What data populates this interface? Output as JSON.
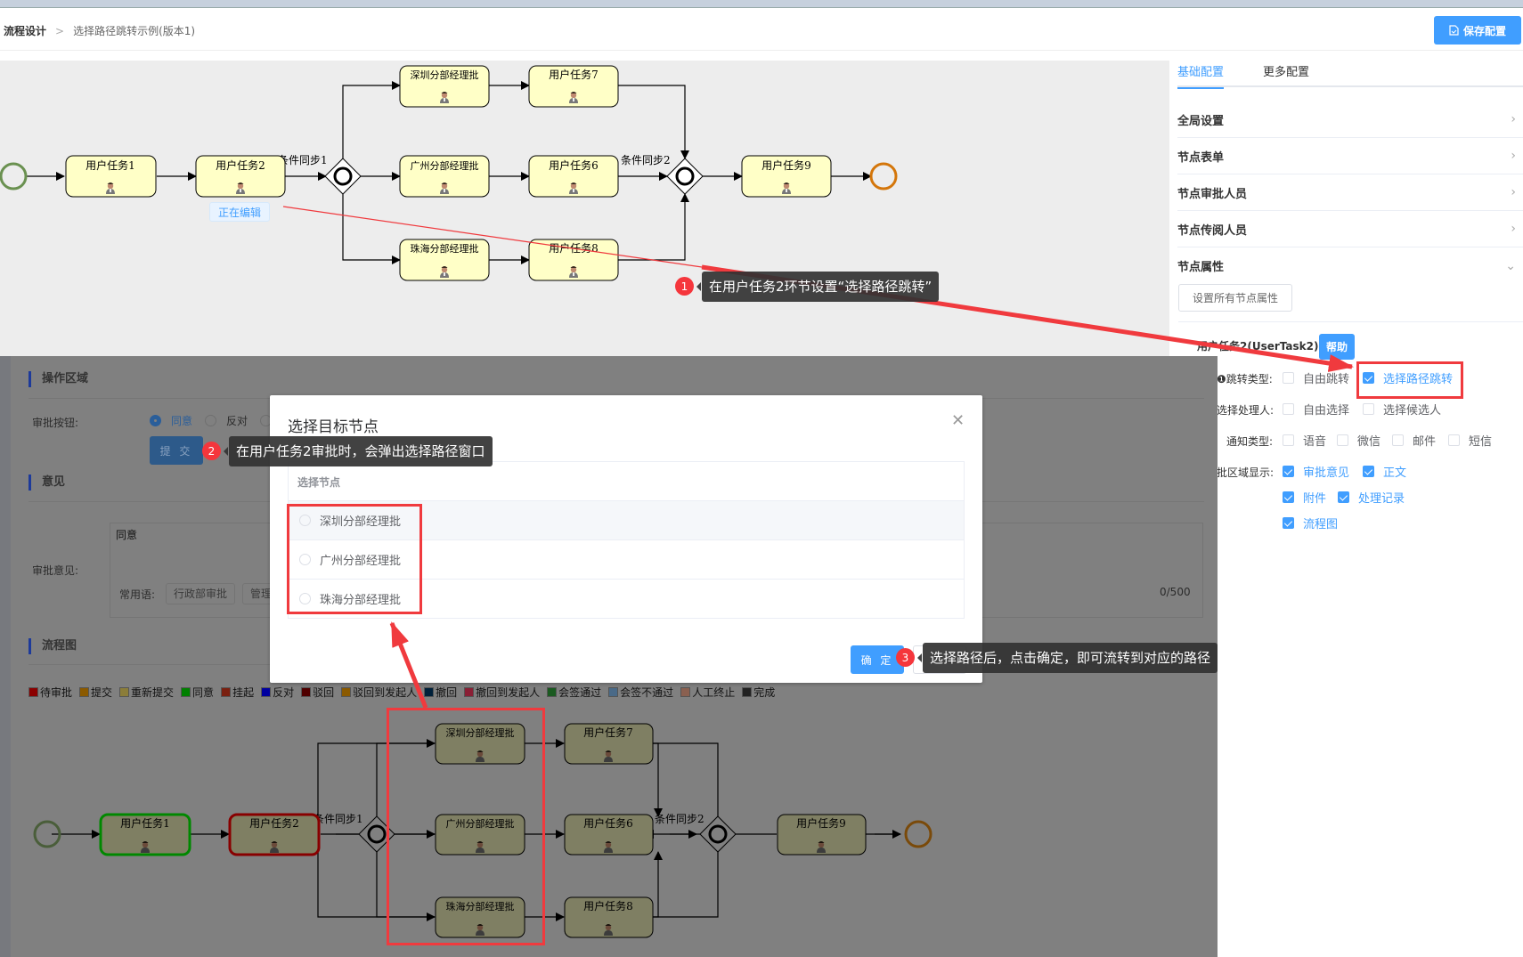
{
  "header": {
    "breadcrumb_root": "流程设计",
    "breadcrumb_sep": ">",
    "breadcrumb_current": "选择路径跳转示例(版本1)",
    "save_label": "保存配置"
  },
  "diagram": {
    "tasks": {
      "t1": "用户任务1",
      "t2": "用户任务2",
      "sz": "深圳分部经理批",
      "gz": "广州分部经理批",
      "zh": "珠海分部经理批",
      "t7": "用户任务7",
      "t6": "用户任务6",
      "t8": "用户任务8",
      "t9": "用户任务9"
    },
    "gateway1_label": "条件同步1",
    "gateway2_label": "条件同步2",
    "editing_badge": "正在编辑"
  },
  "panel": {
    "tabs": [
      {
        "label": "基础配置",
        "active": true
      },
      {
        "label": "更多配置",
        "active": false
      }
    ],
    "sections": [
      "全局设置",
      "节点表单",
      "节点审批人员",
      "节点传阅人员",
      "节点属性"
    ],
    "set_all_label": "设置所有节点属性",
    "node_title": "用户任务2(UserTask2)",
    "help_label": "帮助",
    "jump_type": {
      "label": "❶跳转类型:",
      "options": [
        {
          "label": "自由跳转",
          "checked": false
        },
        {
          "label": "选择路径跳转",
          "checked": true
        }
      ]
    },
    "handler": {
      "label": "选择处理人:",
      "options": [
        {
          "label": "自由选择",
          "checked": false
        },
        {
          "label": "选择候选人",
          "checked": false
        }
      ]
    },
    "notify": {
      "label": "通知类型:",
      "options": [
        {
          "label": "语音",
          "checked": false
        },
        {
          "label": "微信",
          "checked": false
        },
        {
          "label": "邮件",
          "checked": false
        },
        {
          "label": "短信",
          "checked": false
        }
      ]
    },
    "display": {
      "label": "批区域显示:",
      "options": [
        {
          "label": "审批意见",
          "checked": true
        },
        {
          "label": "正文",
          "checked": true
        },
        {
          "label": "附件",
          "checked": true
        },
        {
          "label": "处理记录",
          "checked": true
        },
        {
          "label": "流程图",
          "checked": true
        }
      ]
    }
  },
  "form": {
    "op_area_title": "操作区域",
    "approve_btn_label": "审批按钮:",
    "radio_agree": "同意",
    "radio_oppose": "反对",
    "submit_label": "提 交",
    "opinion_title": "意见",
    "opinion_label": "审批意见:",
    "opinion_value": "同意",
    "common_label": "常用语:",
    "common_tags": [
      "行政部审批",
      "管理"
    ],
    "char_count": "0/500",
    "flow_title": "流程图"
  },
  "legend": [
    {
      "label": "待审批",
      "color": "#8b0000"
    },
    {
      "label": "提交",
      "color": "#8b5a00"
    },
    {
      "label": "重新提交",
      "color": "#8b7d3a"
    },
    {
      "label": "同意",
      "color": "#008000"
    },
    {
      "label": "挂起",
      "color": "#7a2010"
    },
    {
      "label": "反对",
      "color": "#0000a0"
    },
    {
      "label": "驳回",
      "color": "#500000"
    },
    {
      "label": "驳回到发起人",
      "color": "#8b5a00"
    },
    {
      "label": "撤回",
      "color": "#00203a"
    },
    {
      "label": "撤回到发起人",
      "color": "#8a1f35"
    },
    {
      "label": "会签通过",
      "color": "#1a5a20"
    },
    {
      "label": "会签不通过",
      "color": "#4a6a88"
    },
    {
      "label": "人工终止",
      "color": "#8a6050"
    },
    {
      "label": "完成",
      "color": "#222222"
    }
  ],
  "modal": {
    "title": "选择目标节点",
    "column_header": "选择节点",
    "rows": [
      "深圳分部经理批",
      "广州分部经理批",
      "珠海分部经理批"
    ],
    "ok_label": "确 定"
  },
  "annotations": [
    {
      "num": "1",
      "text": "在用户任务2环节设置“选择路径跳转”"
    },
    {
      "num": "2",
      "text": "在用户任务2审批时，会弹出选择路径窗口"
    },
    {
      "num": "3",
      "text": "选择路径后，点击确定，即可流转到对应的路径"
    }
  ]
}
